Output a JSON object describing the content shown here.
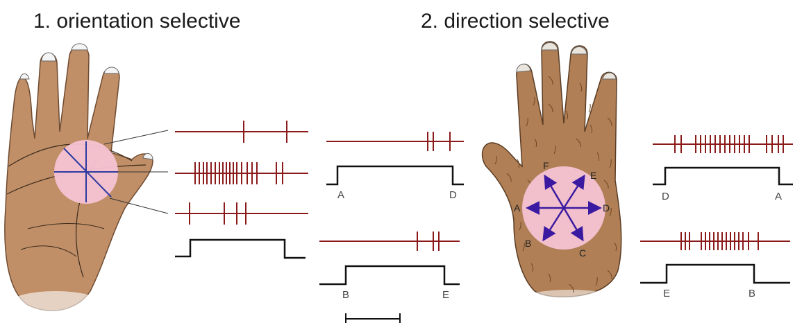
{
  "titles": {
    "left": "1. orientation selective",
    "right": "2. direction selective"
  },
  "colors": {
    "skin": "#c08f68",
    "skin_edge": "#7a5438",
    "hair": "#b8844c",
    "receptive_field": "#f6c3d4",
    "spike": "#8b1a1a",
    "stimulus_trace": "#111111",
    "orientation_bars": "#2b3aa0",
    "direction_arrows": "#3a1aa0"
  },
  "left_panel": {
    "stimulus_bar_orientations": [
      "horizontal",
      "diagonal",
      "vertical"
    ],
    "spike_trains": [
      {
        "name": "sparse response",
        "spike_count": 2
      },
      {
        "name": "strong response",
        "spike_count": 18
      },
      {
        "name": "weak response",
        "spike_count": 4
      }
    ]
  },
  "middle_panel": {
    "trials": [
      {
        "start_label": "A",
        "end_label": "D",
        "spike_count": 3
      },
      {
        "start_label": "B",
        "end_label": "E",
        "spike_count": 3
      }
    ]
  },
  "right_panel": {
    "direction_labels": [
      "A",
      "B",
      "C",
      "D",
      "E",
      "F"
    ],
    "trials": [
      {
        "start_label": "D",
        "end_label": "A",
        "spike_count": 18
      },
      {
        "start_label": "E",
        "end_label": "B",
        "spike_count": 16
      }
    ]
  }
}
